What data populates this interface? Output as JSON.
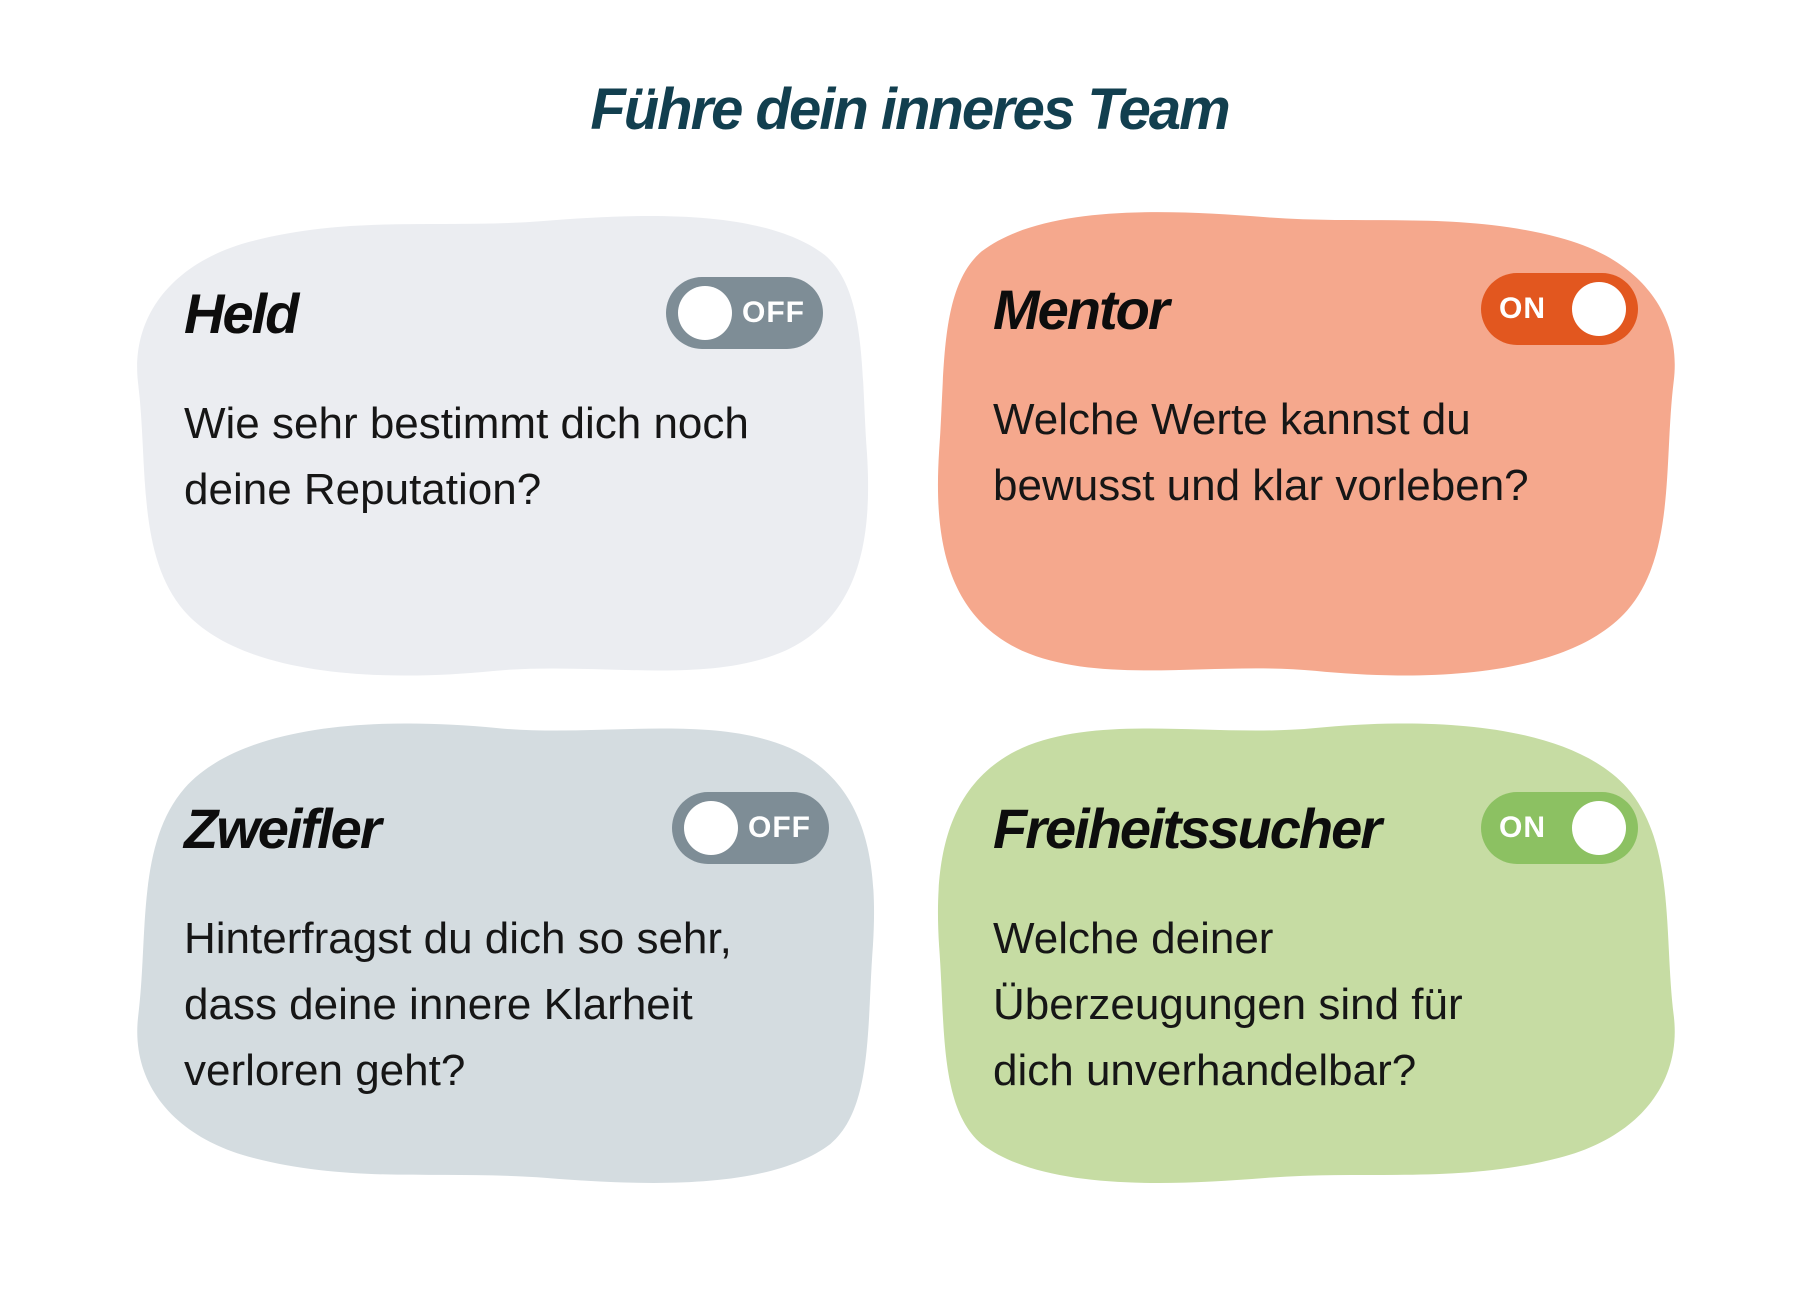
{
  "title": "Führe dein inneres Team",
  "colors": {
    "page_bg": "#ffffff",
    "title": "#123f4f",
    "heading": "#0d0d0d",
    "question_text": "#161616",
    "toggle_off": "#7e8d96",
    "toggle_on_orange": "#e2571f",
    "toggle_on_green": "#8cc162"
  },
  "cards": [
    {
      "id": "held",
      "name": "Held",
      "toggle_label": "OFF",
      "toggle_state": "off",
      "question": "Wie sehr bestimmt dich noch deine Reputation?",
      "bg_color": "#ebedf1",
      "toggle_color": "#7e8d96"
    },
    {
      "id": "mentor",
      "name": "Mentor",
      "toggle_label": "ON",
      "toggle_state": "on",
      "question": "Welche Werte kannst du bewusst und klar vorleben?",
      "bg_color": "#f5a88d",
      "toggle_color": "#e2571f"
    },
    {
      "id": "zweifler",
      "name": "Zweifler",
      "toggle_label": "OFF",
      "toggle_state": "off",
      "question": "Hinterfragst du dich so sehr, dass deine innere Klarheit verloren geht?",
      "bg_color": "#d4dce0",
      "toggle_color": "#7e8d96"
    },
    {
      "id": "freiheitssucher",
      "name": "Freiheitssucher",
      "toggle_label": "ON",
      "toggle_state": "on",
      "question": "Welche deiner Überzeugungen sind für dich unverhandelbar?",
      "bg_color": "#c6dca3",
      "toggle_color": "#8cc162"
    }
  ]
}
